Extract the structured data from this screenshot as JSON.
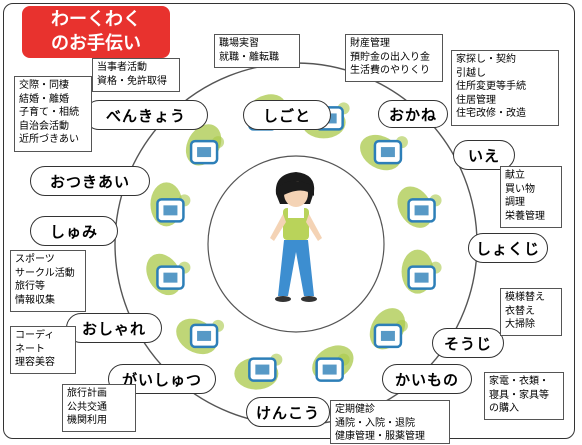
{
  "badge": {
    "line1": "わーくわく",
    "line2": "のお手伝い"
  },
  "colors": {
    "accent": "#e8322e",
    "leaf": "#a9c84a",
    "icon": "#2d7fb8"
  },
  "categories": [
    {
      "id": "shigoto",
      "label": "しごと",
      "icon": "notebook-pen-icon",
      "details": [
        "職場実習",
        "就職・離転職"
      ]
    },
    {
      "id": "okane",
      "label": "おかね",
      "icon": "money-icon",
      "details": [
        "財産管理",
        "預貯金の出入り金",
        "生活費のやりくり"
      ]
    },
    {
      "id": "ie",
      "label": "いえ",
      "icon": "house-icon",
      "details": [
        "家探し・契約",
        "引越し",
        "住所変更等手続",
        "住居管理",
        "住宅改修・改造"
      ]
    },
    {
      "id": "shokuji",
      "label": "しょくじ",
      "icon": "plate-cutlery-icon",
      "details": [
        "献立",
        "買い物",
        "調理",
        "栄養管理"
      ]
    },
    {
      "id": "souji",
      "label": "そうじ",
      "icon": "vacuum-icon",
      "details": [
        "模様替え",
        "衣替え",
        "大掃除"
      ]
    },
    {
      "id": "kaimono",
      "label": "かいもの",
      "icon": "shopping-cart-icon",
      "details": [
        "家電・衣類・",
        "寝具・家具等",
        "の購入"
      ]
    },
    {
      "id": "kenkou",
      "label": "けんこう",
      "icon": "stethoscope-icon",
      "details": [
        "定期健診",
        "通院・入院・退院",
        "健康管理・服薬管理"
      ]
    },
    {
      "id": "gaishutsu",
      "label": "がいしゅつ",
      "icon": "car-icon",
      "details": [
        "旅行計画",
        "公共交通",
        "機関利用"
      ]
    },
    {
      "id": "oshare",
      "label": "おしゃれ",
      "icon": "high-heel-icon",
      "details": [
        "コーディ",
        "ネート",
        "理容美容"
      ]
    },
    {
      "id": "shumi",
      "label": "しゅみ",
      "icon": "bag-icon",
      "details": [
        "スポーツ",
        "サークル活動",
        "旅行等",
        "情報収集"
      ]
    },
    {
      "id": "otsukiai",
      "label": "おつきあい",
      "icon": "heart-arrow-icon",
      "details": [
        "交際・同棲",
        "結婚・離婚",
        "子育て・相続",
        "自治会活動",
        "近所づきあい"
      ]
    },
    {
      "id": "benkyou",
      "label": "べんきょう",
      "icon": "apple-books-icon",
      "details": [
        "当事者活動",
        "資格・免許取得"
      ]
    }
  ]
}
